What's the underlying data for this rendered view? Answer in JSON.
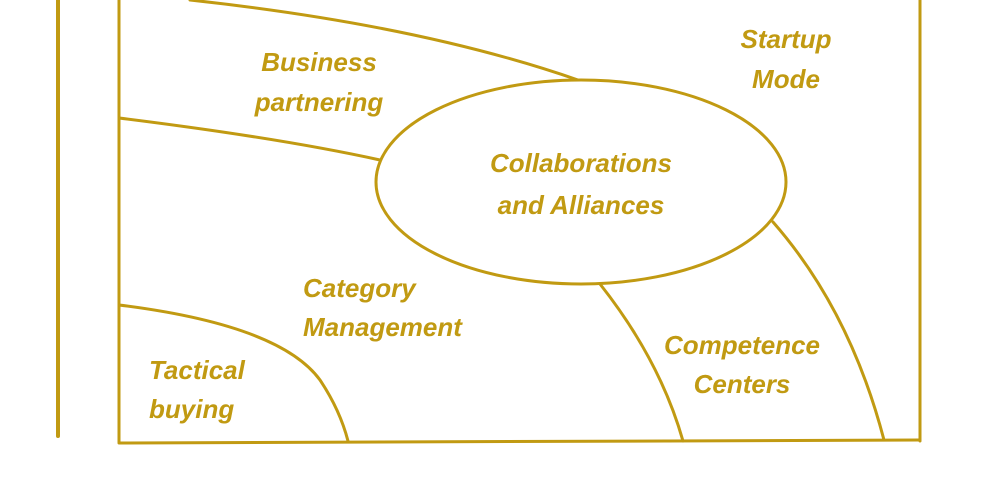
{
  "diagram": {
    "colors": {
      "line": "#C19A12",
      "text": "#C19A12",
      "background": "#ffffff"
    },
    "center_label": {
      "line1": "Collaborations",
      "line2": "and Alliances"
    },
    "regions": {
      "business_partnering": {
        "line1": "Business",
        "line2": "partnering"
      },
      "startup_mode": {
        "line1": "Startup",
        "line2": "Mode"
      },
      "category_management": {
        "line1": "Category",
        "line2": "Management"
      },
      "tactical_buying": {
        "line1": "Tactical",
        "line2": "buying"
      },
      "competence_centers": {
        "line1": "Competence",
        "line2": "Centers"
      }
    }
  }
}
